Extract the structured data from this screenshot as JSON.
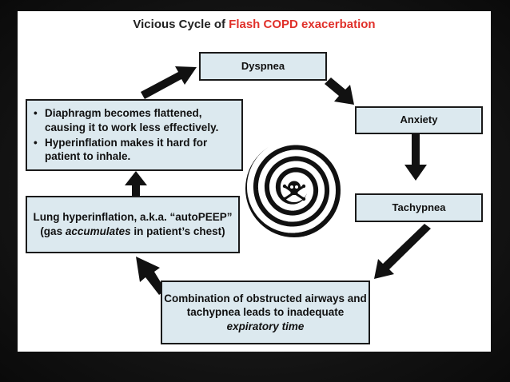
{
  "title": {
    "prefix": "Vicious Cycle of ",
    "accent": "Flash COPD exacerbation"
  },
  "nodes": {
    "dyspnea": "Dyspnea",
    "anxiety": "Anxiety",
    "tachypnea": "Tachypnea",
    "combination": {
      "line1": "Combination of obstructed airways and",
      "line2": "tachypnea leads to inadequate",
      "line3": "expiratory time"
    },
    "hyperinflation": {
      "line1": "Lung hyperinflation, a.k.a. “autoPEEP”",
      "line2_pre": "(gas ",
      "line2_em": "accumulates",
      "line2_post": " in patient’s chest)"
    },
    "diaphragm": {
      "bullets": [
        "Diaphragm becomes flattened, causing it to work less effectively.",
        "Hyperinflation makes it hard for patient to inhale."
      ]
    }
  },
  "center_icon": "skull-and-crossbones-icon",
  "colors": {
    "accent": "#e0302a",
    "box_fill": "#dce9ef",
    "arrow": "#111111"
  }
}
